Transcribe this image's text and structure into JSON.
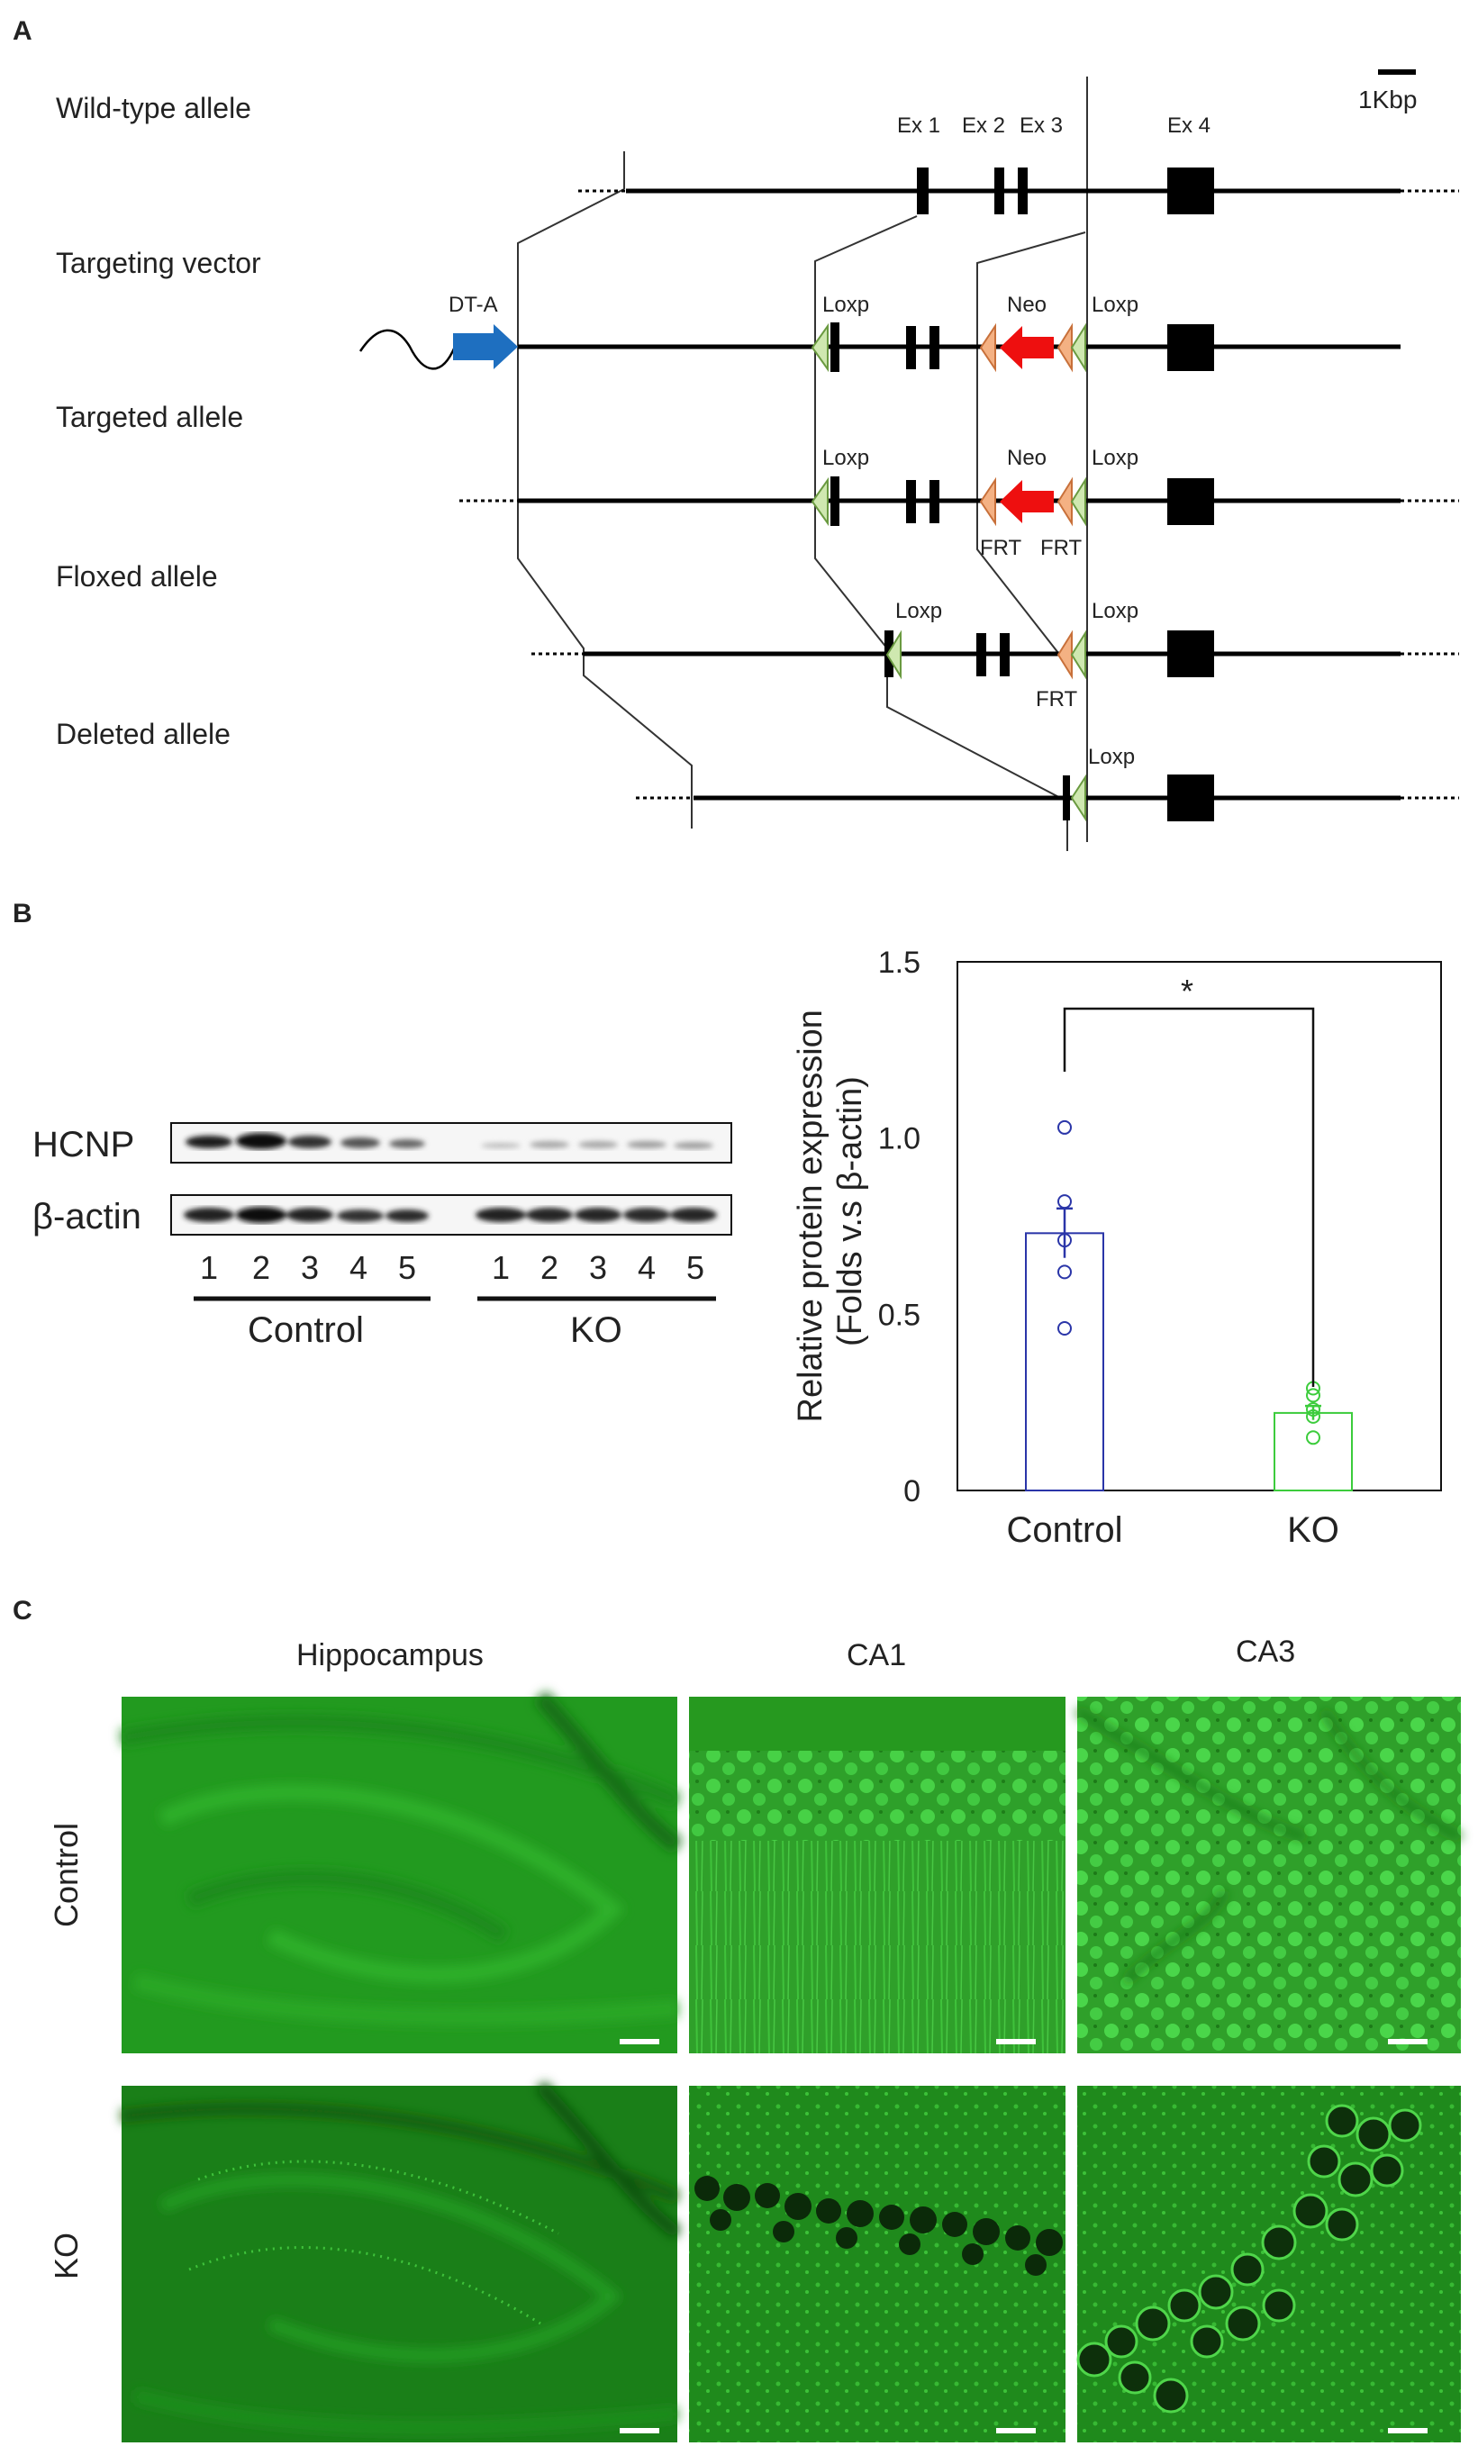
{
  "panel_a": {
    "label": "A",
    "scale_label": "1Kbp",
    "row_labels": [
      "Wild-type allele",
      "Targeting vector",
      "Targeted allele",
      "Floxed allele",
      "Deleted allele"
    ],
    "exon_labels": [
      "Ex 1",
      "Ex 2",
      "Ex 3",
      "Ex 4"
    ],
    "dta_label": "DT-A",
    "loxp": "Loxp",
    "neo": "Neo",
    "frt": "FRT"
  },
  "panel_b": {
    "label": "B",
    "blot": {
      "rows": [
        "HCNP",
        "β-actin"
      ],
      "control_lanes": [
        "1",
        "2",
        "3",
        "4",
        "5"
      ],
      "ko_lanes": [
        "1",
        "2",
        "3",
        "4",
        "5"
      ],
      "group_labels": [
        "Control",
        "KO"
      ]
    },
    "significance": "*",
    "colors": {
      "control": "#2a35a8",
      "ko": "#3ccc3c"
    }
  },
  "chart_data": {
    "type": "bar",
    "categories": [
      "Control",
      "KO"
    ],
    "values": [
      0.73,
      0.22
    ],
    "errors": [
      0.07,
      0.02
    ],
    "points": [
      [
        1.03,
        0.82,
        0.71,
        0.62,
        0.46
      ],
      [
        0.29,
        0.27,
        0.23,
        0.21,
        0.15
      ]
    ],
    "ylabel": "Relative protein expression (Folds v.s β-actin)",
    "ylim": [
      0,
      1.5
    ],
    "yticks": [
      "0",
      "0.5",
      "1.0",
      "1.5"
    ],
    "significance": "*"
  },
  "panel_c": {
    "label": "C",
    "column_labels": [
      "Hippocampus",
      "CA1",
      "CA3"
    ],
    "row_labels": [
      "Control",
      "KO"
    ]
  }
}
